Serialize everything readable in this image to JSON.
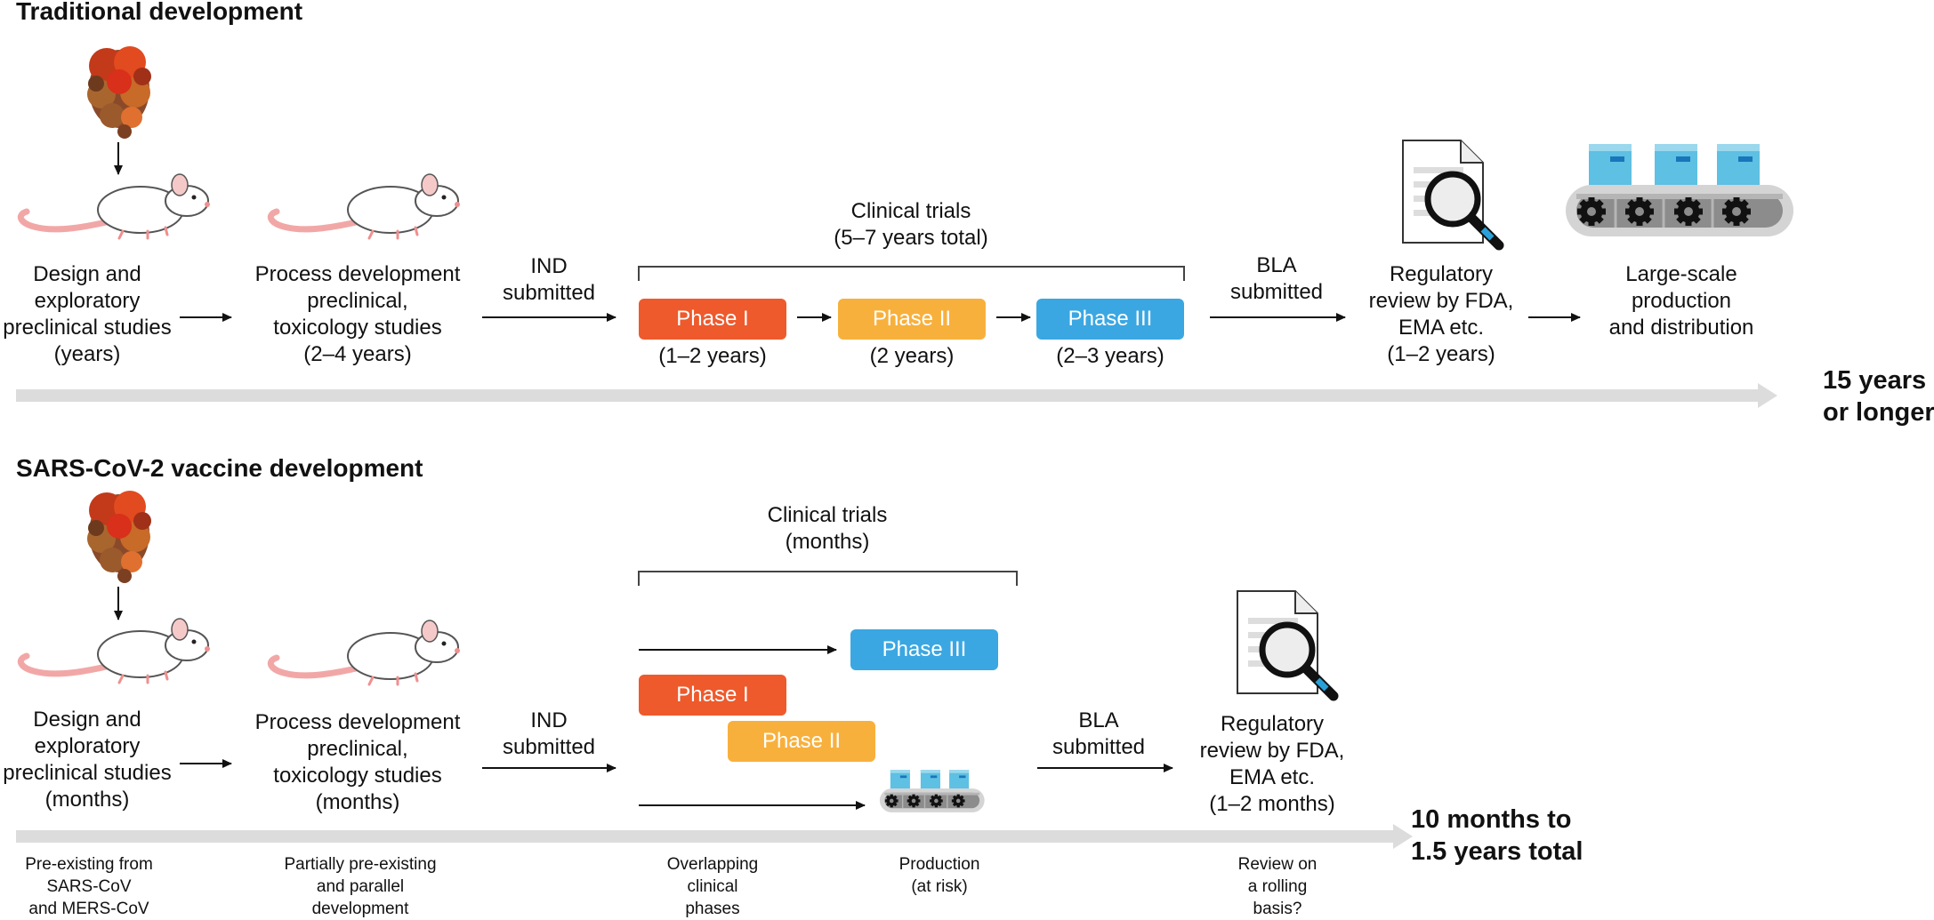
{
  "colors": {
    "phase1": "#ee5a2c",
    "phase2": "#f8b03c",
    "phase3": "#3aa7e2",
    "timeline": "#dcdcdc",
    "protein": "#b8451f"
  },
  "icons": {
    "protein": "spike-protein-icon",
    "mouse": "mouse-icon",
    "review": "document-magnifier-icon",
    "production": "conveyor-belt-icon"
  },
  "traditional": {
    "title": "Traditional development",
    "design_label": [
      "Design and",
      "exploratory",
      "preclinical studies",
      "(years)"
    ],
    "process_label": [
      "Process development",
      "preclinical,",
      "toxicology studies",
      "(2–4 years)"
    ],
    "ind_label": [
      "IND",
      "submitted"
    ],
    "clinical_trials": [
      "Clinical trials",
      "(5–7 years total)"
    ],
    "phase1": "Phase I",
    "phase2": "Phase II",
    "phase3": "Phase III",
    "phase1_duration": "(1–2 years)",
    "phase2_duration": "(2 years)",
    "phase3_duration": "(2–3 years)",
    "bla_label": [
      "BLA",
      "submitted"
    ],
    "review_label": [
      "Regulatory",
      "review by FDA,",
      "EMA etc.",
      "(1–2 years)"
    ],
    "production_label": [
      "Large-scale",
      "production",
      "and distribution"
    ],
    "total": [
      "15 years",
      "or longer"
    ]
  },
  "sars": {
    "title": "SARS-CoV-2 vaccine development",
    "design_label": [
      "Design and",
      "exploratory",
      "preclinical studies",
      "(months)"
    ],
    "process_label": [
      "Process development",
      "preclinical,",
      "toxicology studies",
      "(months)"
    ],
    "ind_label": [
      "IND",
      "submitted"
    ],
    "clinical_trials": [
      "Clinical trials",
      "(months)"
    ],
    "phase1": "Phase I",
    "phase2": "Phase II",
    "phase3": "Phase III",
    "bla_label": [
      "BLA",
      "submitted"
    ],
    "review_label": [
      "Regulatory",
      "review by FDA,",
      "EMA etc.",
      "(1–2 months)"
    ],
    "total": [
      "10 months to",
      "1.5 years total"
    ],
    "notes": {
      "design": [
        "Pre-existing from",
        "SARS-CoV",
        "and MERS-CoV"
      ],
      "process": [
        "Partially pre-existing",
        "and parallel",
        "development"
      ],
      "clinical": [
        "Overlapping",
        "clinical",
        "phases"
      ],
      "production": [
        "Production",
        "(at risk)"
      ],
      "review": [
        "Review on",
        "a rolling",
        "basis?"
      ]
    }
  }
}
